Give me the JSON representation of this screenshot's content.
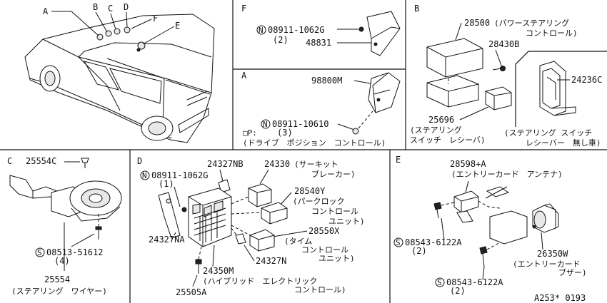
{
  "diagram_id": "A253* 0193",
  "overview": {
    "callouts": [
      "A",
      "B",
      "C",
      "D",
      "F",
      "E"
    ]
  },
  "sections": {
    "F": {
      "letter": "F",
      "screw": {
        "symbol": "N",
        "code": "08911-1062G",
        "qty": "(2)"
      },
      "part": "48831"
    },
    "A": {
      "letter": "A",
      "part": "98800M",
      "nut": {
        "symbol": "N",
        "code": "08911-10610",
        "qty": "(3)"
      },
      "note": "□P:",
      "note_desc": "(ドライブ　ポジション　コントロール)"
    },
    "B": {
      "letter": "B",
      "unit": {
        "part": "28500",
        "name1": "(パワーステアリング",
        "name2": "コントロール)"
      },
      "bolt": "28430B",
      "receiver": {
        "part": "25696",
        "name1": "(ステアリング",
        "name2": "スイッチ　レシーバ)"
      },
      "inset": {
        "part": "24236C",
        "name1": "(ステアリング スイッチ",
        "name2": "レシーバー　無し車)"
      }
    },
    "C": {
      "letter": "C",
      "clip": "25554C",
      "screw": {
        "symbol": "S",
        "code": "08513-51612",
        "qty": "(4)"
      },
      "part": "25554",
      "name": "(ステアリング　ワイヤー)"
    },
    "D": {
      "letter": "D",
      "screw": {
        "symbol": "N",
        "code": "08911-1062G",
        "qty": "(1)"
      },
      "bracket_nb": "24327NB",
      "breaker": {
        "part": "24330",
        "name1": "(サーキット",
        "name2": "ブレーカー)"
      },
      "parklock": {
        "part": "28540Y",
        "name1": "(パークロック",
        "name2": "コントロール",
        "name3": "ユニット)"
      },
      "timer": {
        "part": "28550X",
        "name1": "(タイム",
        "name2": "コントロール",
        "name3": "ユニット)"
      },
      "bracket_na": "24327NA",
      "bracket_n": "24327N",
      "hybrid": {
        "part": "24350M",
        "name1": "(ハイブリッド　エレクトリック",
        "name2": "コントロール)"
      },
      "bolt": "25505A"
    },
    "E": {
      "letter": "E",
      "antenna": {
        "part": "28598+A",
        "name": "(エントリーカード　アンテナ)"
      },
      "screw1": {
        "symbol": "S",
        "code": "08543-6122A",
        "qty": "(2)"
      },
      "buzzer": {
        "part": "26350W",
        "name1": "(エントリーカード",
        "name2": "ブザー)"
      },
      "screw2": {
        "symbol": "S",
        "code": "08543-6122A",
        "qty": "(2)"
      }
    }
  }
}
